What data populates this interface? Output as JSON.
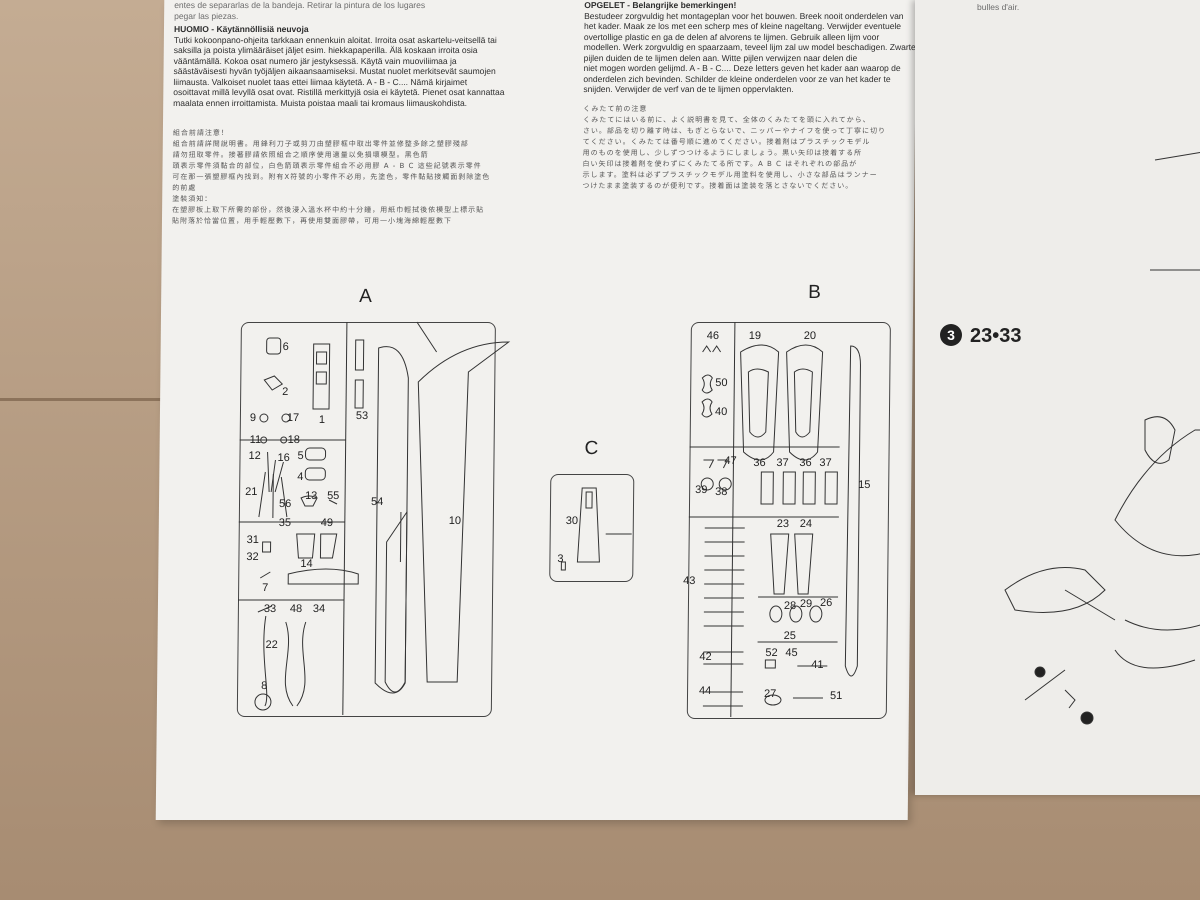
{
  "header_text": {
    "spanish_tail": [
      "entes de separarlas de la bandeja. Retirar la pintura de los lugares",
      "pegar las piezas."
    ],
    "finnish_title": "HUOMIO - Käytännöllisiä neuvoja",
    "finnish_lines": [
      "Tutki kokoonpano-ohjeita tarkkaan ennenkuin aloitat. Irroita osat askartelu-veitsellä tai",
      "saksilla ja poista ylimääräiset jäljet esim. hiekkapaperilla. Älä koskaan irroita osia",
      "vääntämällä. Kokoa osat numero jär jestyksessä. Käytä vain muoviliimaa ja",
      "säästäväisesti hyvän työjäljen aikaansaamiseksi. Mustat nuolet merkitsevät saumojen",
      "liimausta. Valkoiset nuolet taas ettei liimaa käytetä. A - B - C.... Nämä kirjaimet",
      "osoittavat millä levyllä osat ovat. Ristillä merkittyjä osia ei käytetä. Pienet osat kannattaa",
      "maalata ennen irroittamista. Muista poistaa maali tai kromaus liimauskohdista."
    ],
    "dutch_title": "OPGELET - Belangrijke bemerkingen!",
    "dutch_lines": [
      "Bestudeer zorgvuldig het montageplan voor het bouwen. Breek nooit onderdelen van",
      "het kader. Maak ze los met een scherp mes of kleine nageltang. Verwijder eventuele",
      "overtollige plastic en ga de delen af alvorens te lijmen. Gebruik alleen lijm voor",
      "modellen. Werk zorgvuldig en spaarzaam, teveel lijm zal uw model beschadigen. Zwarte",
      "pijlen duiden de te lijmen delen aan. Witte pijlen verwijzen naar delen die",
      "niet mogen worden gelijmd. A - B - C.... Deze letters geven het kader aan waarop de",
      "onderdelen zich bevinden. Schilder de kleine onderdelen voor ze van het kader te",
      "snijden. Verwijder de verf van de te lijmen oppervlakten."
    ],
    "chinese_title": "組合前請注意！",
    "chinese_lines": [
      "組合前請詳閱說明書。用鋒利刀子或剪刀由塑膠框中取出零件並修整多餘之塑膠殘部",
      "請勿扭取零件。接著膠請依照組合之順序使用適量以免損壞模型。黑色箭",
      "頭表示零件須黏合的部位，白色箭頭表示零件組合不必用膠 A - B C 這些記號表示零件",
      "可在那一張塑膠框內找到。附有X符號的小零件不必用，先塗色，零件黏貼接觸面剝除塗色",
      "的前處",
      "塗裝須知："
    ],
    "chinese_lines2": [
      "在塑膠板上取下所需的部份，然後浸入溫水杯中約十分鐘，用紙巾輕拭後依模型上標示貼",
      "貼附落於恰當位置，用手輕壓數下，再使用雙面膠帶，可用一小塊海綿輕壓數下"
    ],
    "japanese_title": "くみたて前の注意",
    "japanese_lines": [
      "くみたてにはいる前に、よく説明書を見て、全体のくみたてを頭に入れてから、",
      "さい。部品を切り離す時は、もぎとらないで、ニッパーやナイフを使って丁寧に切り",
      "てください。くみたては番号順に進めてください。接着剤はプラスチックモデル",
      "用のものを使用し、少しずつつけるようにしましょう。黒い矢印は接着する所",
      "白い矢印は接着剤を使わずにくみたてる所です。A B C はそれぞれの部品が",
      "示します。塗料は必ずプラスチックモデル用塗料を使用し、小さな部品はランナー",
      "つけたまま塗装するのが便利です。接着面は塗装を落とさないでください。"
    ]
  },
  "sprues": {
    "a": {
      "letter": "A",
      "parts": [
        "6",
        "1",
        "2",
        "9",
        "17",
        "53",
        "11",
        "18",
        "12",
        "16",
        "5",
        "4",
        "21",
        "56",
        "13",
        "55",
        "54",
        "10",
        "35",
        "49",
        "31",
        "32",
        "7",
        "14",
        "33",
        "48",
        "34",
        "22",
        "8"
      ]
    },
    "b": {
      "letter": "B",
      "parts": [
        "46",
        "19",
        "20",
        "50",
        "40",
        "15",
        "47",
        "36",
        "37",
        "36",
        "37",
        "39",
        "38",
        "23",
        "24",
        "43",
        "28",
        "29",
        "26",
        "25",
        "52",
        "45",
        "41",
        "42",
        "27",
        "51",
        "44"
      ]
    },
    "c": {
      "letter": "C",
      "parts": [
        "30",
        "3"
      ]
    }
  },
  "next_page": {
    "step_number": "3",
    "step_parts": "23•33",
    "corner_text": [
      "bulles d'air."
    ]
  }
}
